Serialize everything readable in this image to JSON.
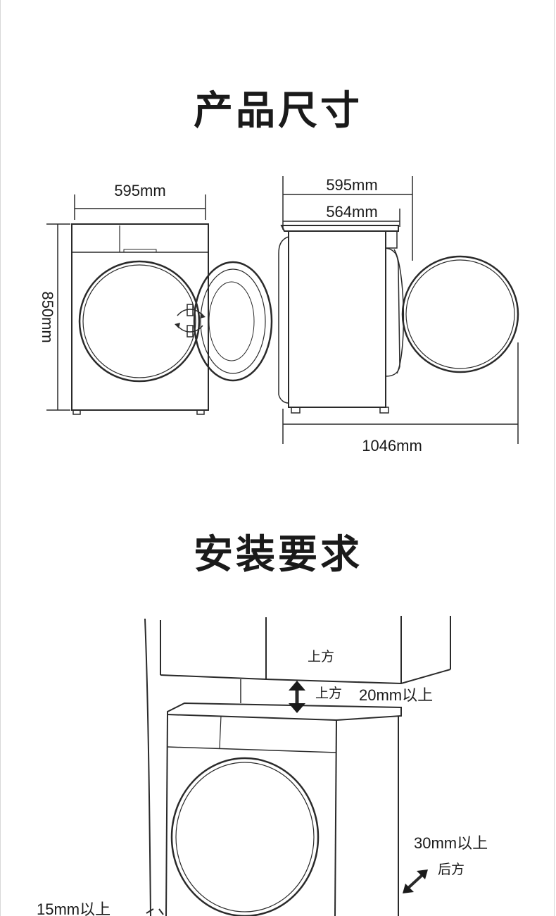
{
  "sections": {
    "dimensions_title": "产品尺寸",
    "install_title": "安装要求"
  },
  "dimensions": {
    "front_width": "595mm",
    "height": "850mm",
    "side_depth_total": "595mm",
    "side_depth_body": "564mm",
    "door_open_depth": "1046mm"
  },
  "installation": {
    "cabinet_label": "上方",
    "top_direction": "上方",
    "top_clearance": "20mm以上",
    "back_clearance": "30mm以上",
    "back_direction": "后方",
    "side_clearance": "15mm以上"
  }
}
